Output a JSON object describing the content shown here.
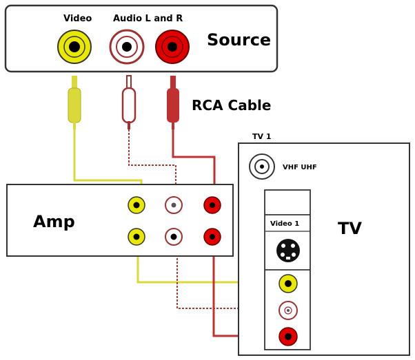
{
  "source": {
    "title": "Source",
    "video_label": "Video",
    "audio_label": "Audio L and R"
  },
  "cable": {
    "label": "RCA Cable"
  },
  "amp": {
    "title": "Amp"
  },
  "tv": {
    "title": "TV",
    "panel_label": "TV 1",
    "antenna_label": "VHF UHF",
    "video_input_label": "Video 1"
  },
  "colors": {
    "video": "#e8e800",
    "video_wire": "#d9d93a",
    "audio_left": "#ffffff",
    "audio_left_wire": "#a03c3c",
    "audio_right": "#e00000",
    "audio_right_wire": "#c03030",
    "outline": "#333333"
  }
}
